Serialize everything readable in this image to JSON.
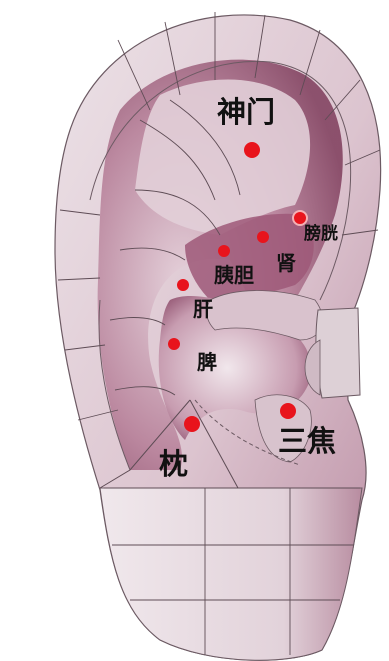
{
  "labels": {
    "shenmen": "神门",
    "pangguang": "膀胱",
    "shen": "肾",
    "yidan": "胰胆",
    "gan": "肝",
    "pi": "脾",
    "sanjiao": "三焦",
    "zhen": "枕"
  },
  "colors": {
    "skin_light": "#e9dde2",
    "skin_mid": "#caa6b6",
    "skin_dark": "#8a4464",
    "line": "#4a3a42",
    "point": "#e8141c"
  }
}
